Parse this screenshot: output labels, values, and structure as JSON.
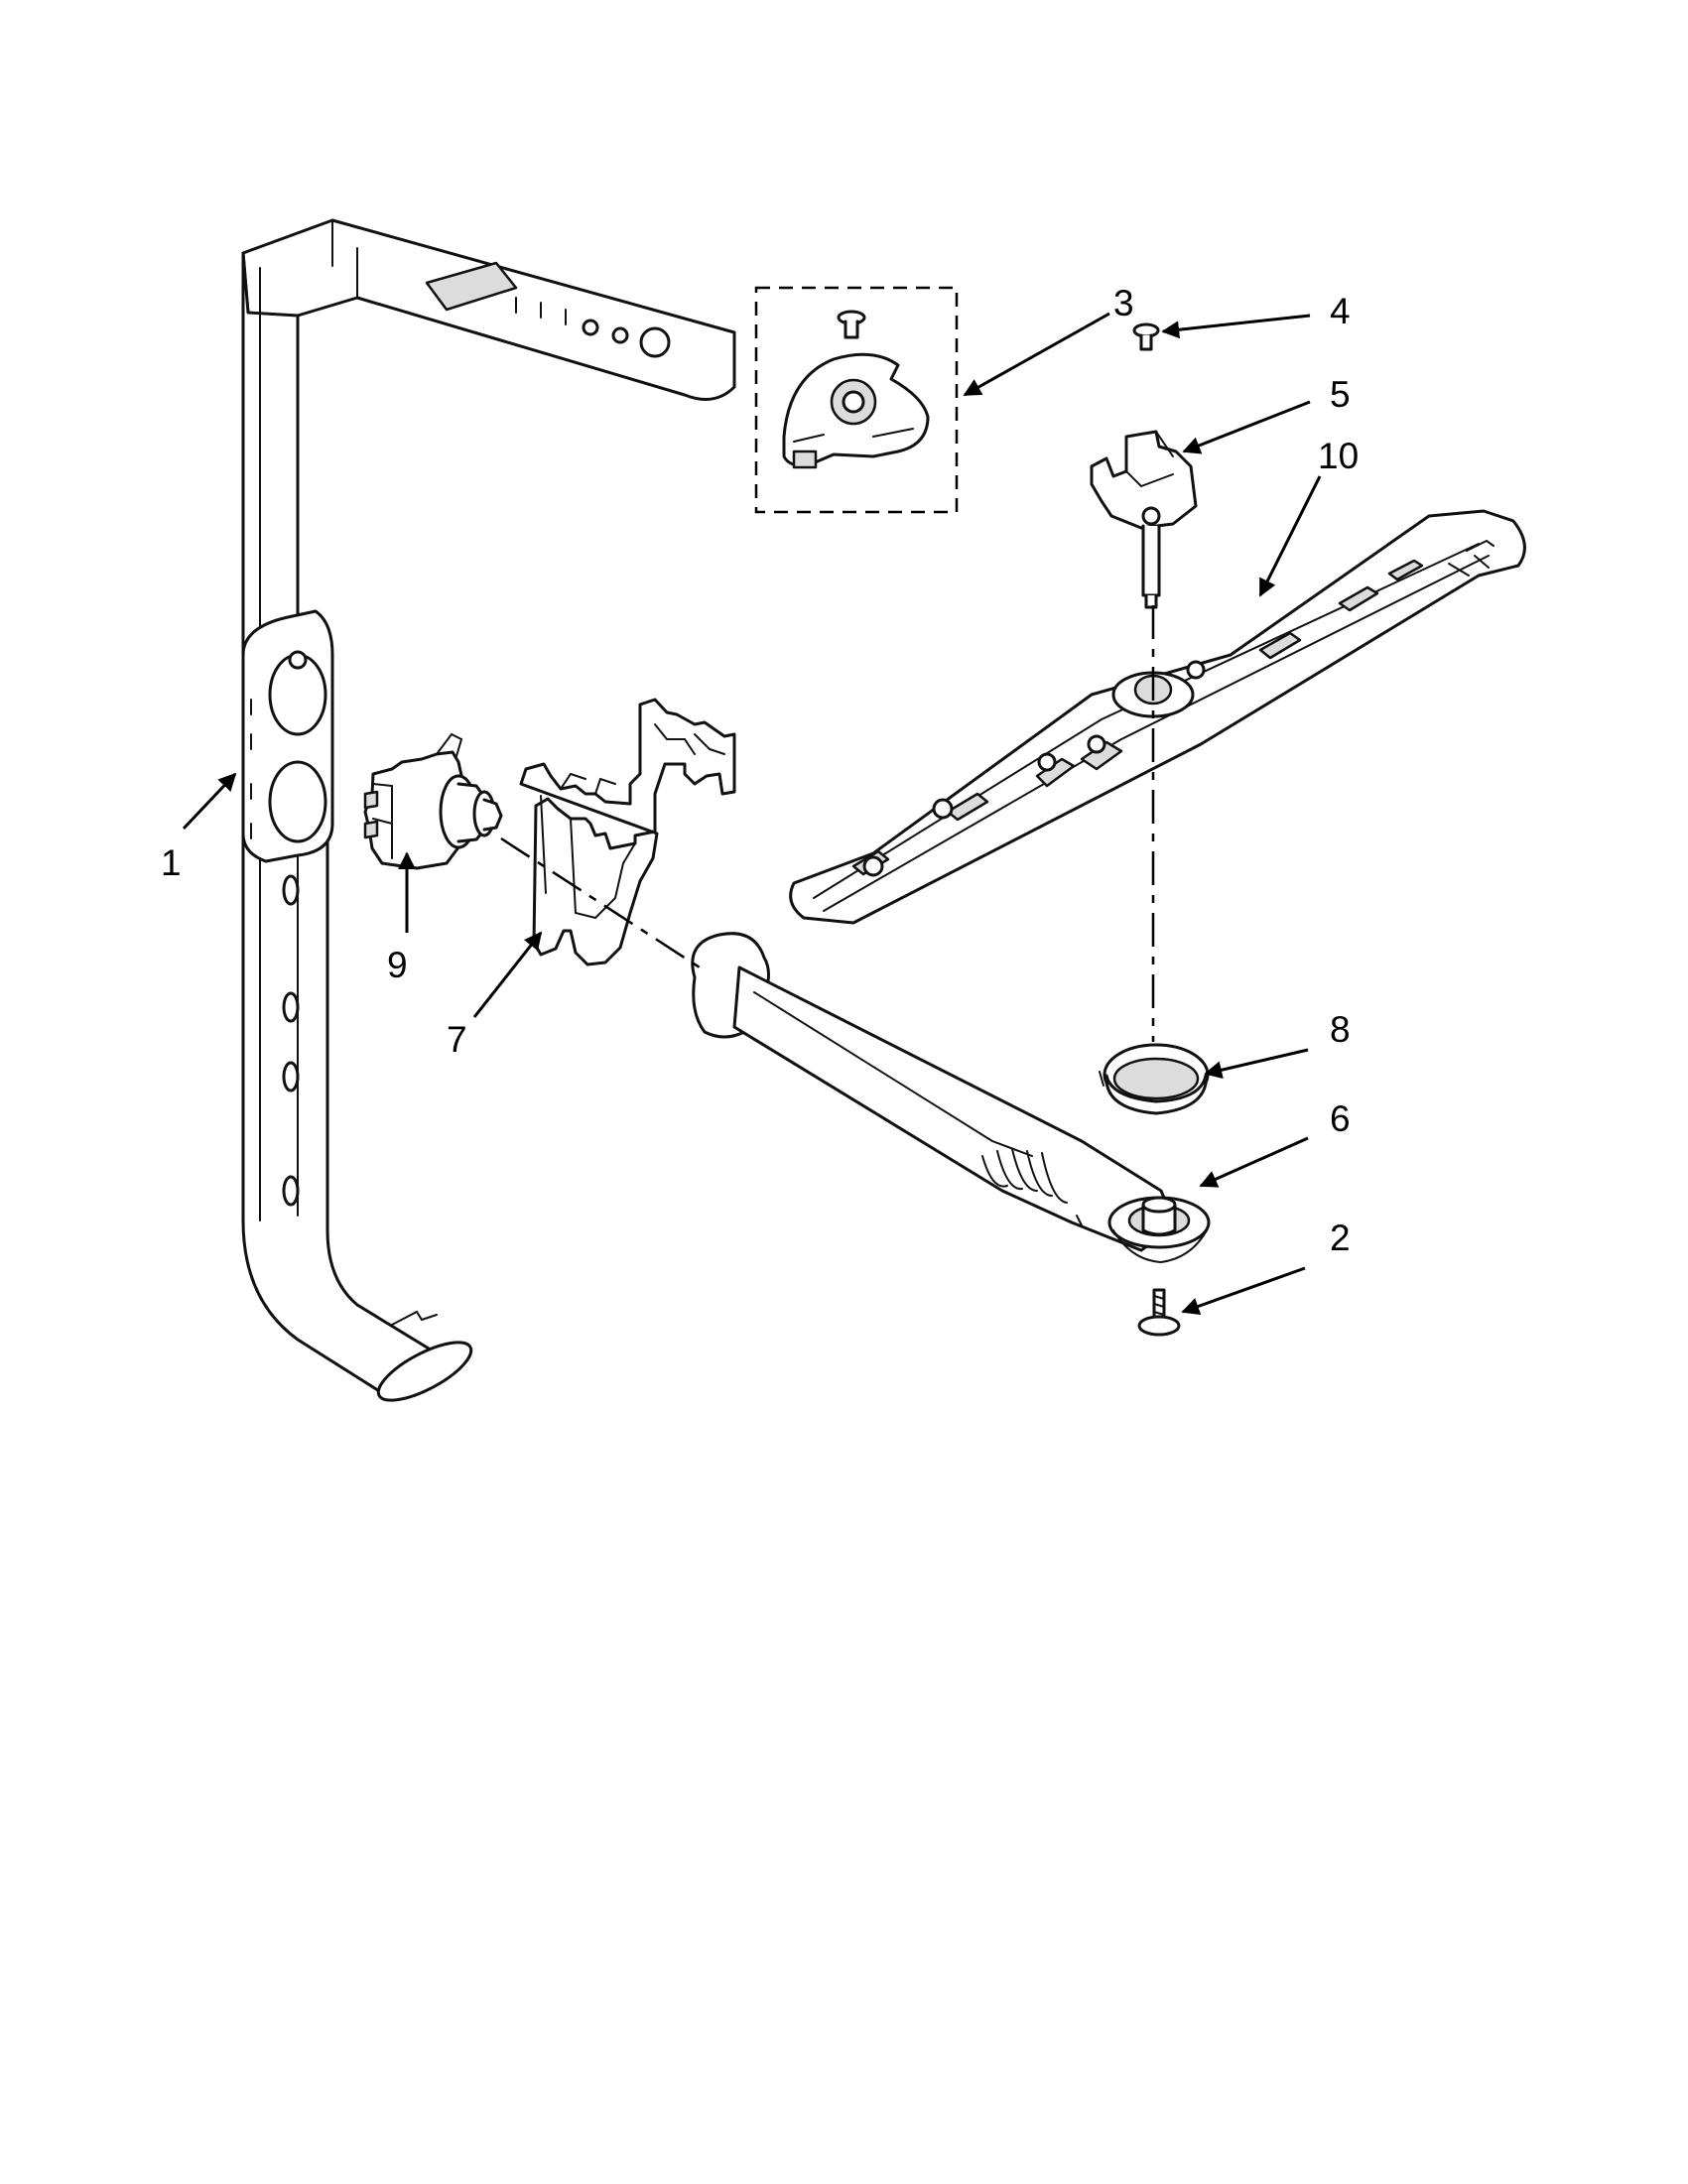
{
  "diagram": {
    "callouts": [
      {
        "id": "1",
        "label": "1"
      },
      {
        "id": "2",
        "label": "2"
      },
      {
        "id": "3",
        "label": "3"
      },
      {
        "id": "4",
        "label": "4"
      },
      {
        "id": "5",
        "label": "5"
      },
      {
        "id": "6",
        "label": "6"
      },
      {
        "id": "7",
        "label": "7"
      },
      {
        "id": "8",
        "label": "8"
      },
      {
        "id": "9",
        "label": "9"
      },
      {
        "id": "10",
        "label": "10"
      }
    ]
  }
}
